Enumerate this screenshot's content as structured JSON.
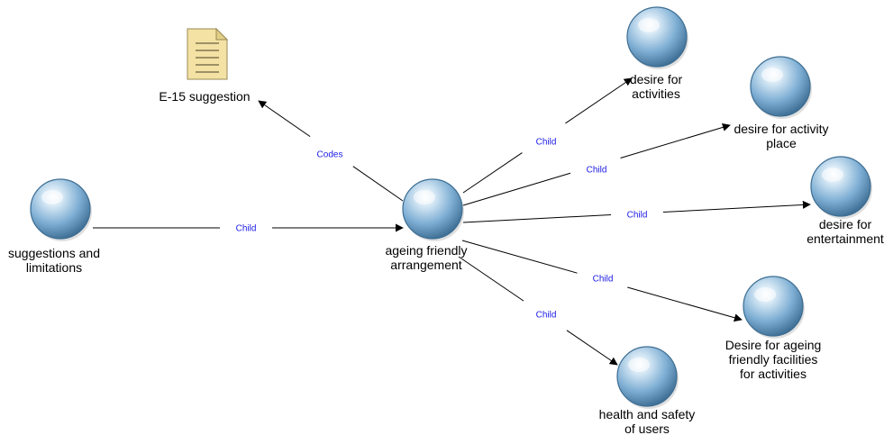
{
  "diagram": {
    "colors": {
      "node_fill": "#7FAFD4",
      "node_stroke": "#3D6E93",
      "edge": "#000000",
      "edge_label": "#1A1AE6",
      "document_fill": "#F3E2A3"
    },
    "nodes": [
      {
        "id": "suggestions",
        "kind": "node",
        "icon": "sphere-icon",
        "label_lines": [
          "suggestions and",
          "limitations"
        ]
      },
      {
        "id": "ageing",
        "kind": "node",
        "icon": "sphere-icon",
        "label_lines": [
          "ageing friendly",
          "arrangement"
        ]
      },
      {
        "id": "e15",
        "kind": "document",
        "icon": "document-icon",
        "label_lines": [
          "E-15 suggestion"
        ]
      },
      {
        "id": "activities",
        "kind": "node",
        "icon": "sphere-icon",
        "label_lines": [
          "desire for",
          "activities"
        ]
      },
      {
        "id": "activity_place",
        "kind": "node",
        "icon": "sphere-icon",
        "label_lines": [
          "desire for activity",
          "place"
        ]
      },
      {
        "id": "entertainment",
        "kind": "node",
        "icon": "sphere-icon",
        "label_lines": [
          "desire for",
          "entertainment"
        ]
      },
      {
        "id": "facilities",
        "kind": "node",
        "icon": "sphere-icon",
        "label_lines": [
          "Desire for ageing",
          "friendly facilities",
          "for activities"
        ]
      },
      {
        "id": "health",
        "kind": "node",
        "icon": "sphere-icon",
        "label_lines": [
          "health and safety",
          "of users"
        ]
      }
    ],
    "edges": [
      {
        "id": "suggestions-ageing",
        "from": "suggestions",
        "to": "ageing",
        "label": "Child"
      },
      {
        "id": "ageing-e15",
        "from": "ageing",
        "to": "e15",
        "label": "Codes"
      },
      {
        "id": "ageing-activities",
        "from": "ageing",
        "to": "activities",
        "label": "Child"
      },
      {
        "id": "ageing-activity_place",
        "from": "ageing",
        "to": "activity_place",
        "label": "Child"
      },
      {
        "id": "ageing-entertainment",
        "from": "ageing",
        "to": "entertainment",
        "label": "Child"
      },
      {
        "id": "ageing-facilities",
        "from": "ageing",
        "to": "facilities",
        "label": "Child"
      },
      {
        "id": "ageing-health",
        "from": "ageing",
        "to": "health",
        "label": "Child"
      }
    ]
  }
}
